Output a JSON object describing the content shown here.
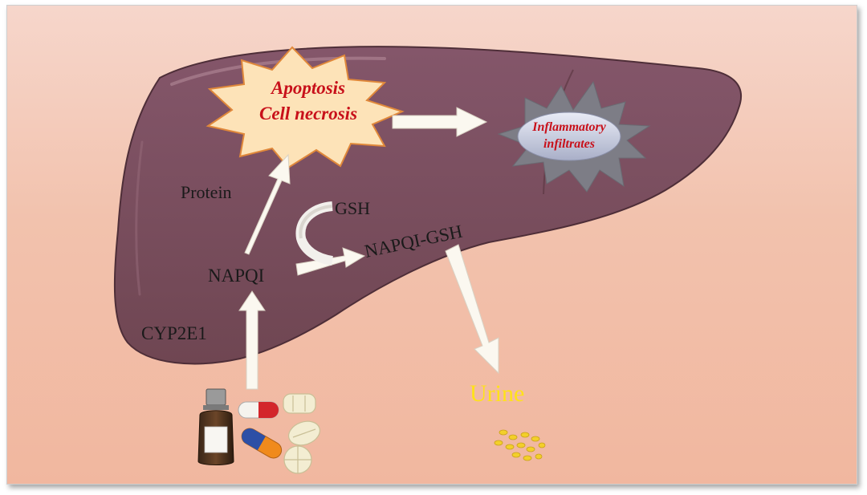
{
  "diagram": {
    "burst_line1": "Apoptosis",
    "burst_line2": "Cell necrosis",
    "inflammatory_line1": "Inflammatory",
    "inflammatory_line2": "infiltrates",
    "protein": "Protein",
    "gsh": "GSH",
    "napqi_gsh": "NAPQI-GSH",
    "napqi": "NAPQI",
    "cyp2e1": "CYP2E1",
    "urine": "Urine"
  },
  "colors": {
    "liver": "#7a4d5a",
    "arrow": "#fbf8f0",
    "burst_fill": "#fde3b8",
    "burst_text": "#c8101a",
    "urine_text": "#ffe21a"
  }
}
